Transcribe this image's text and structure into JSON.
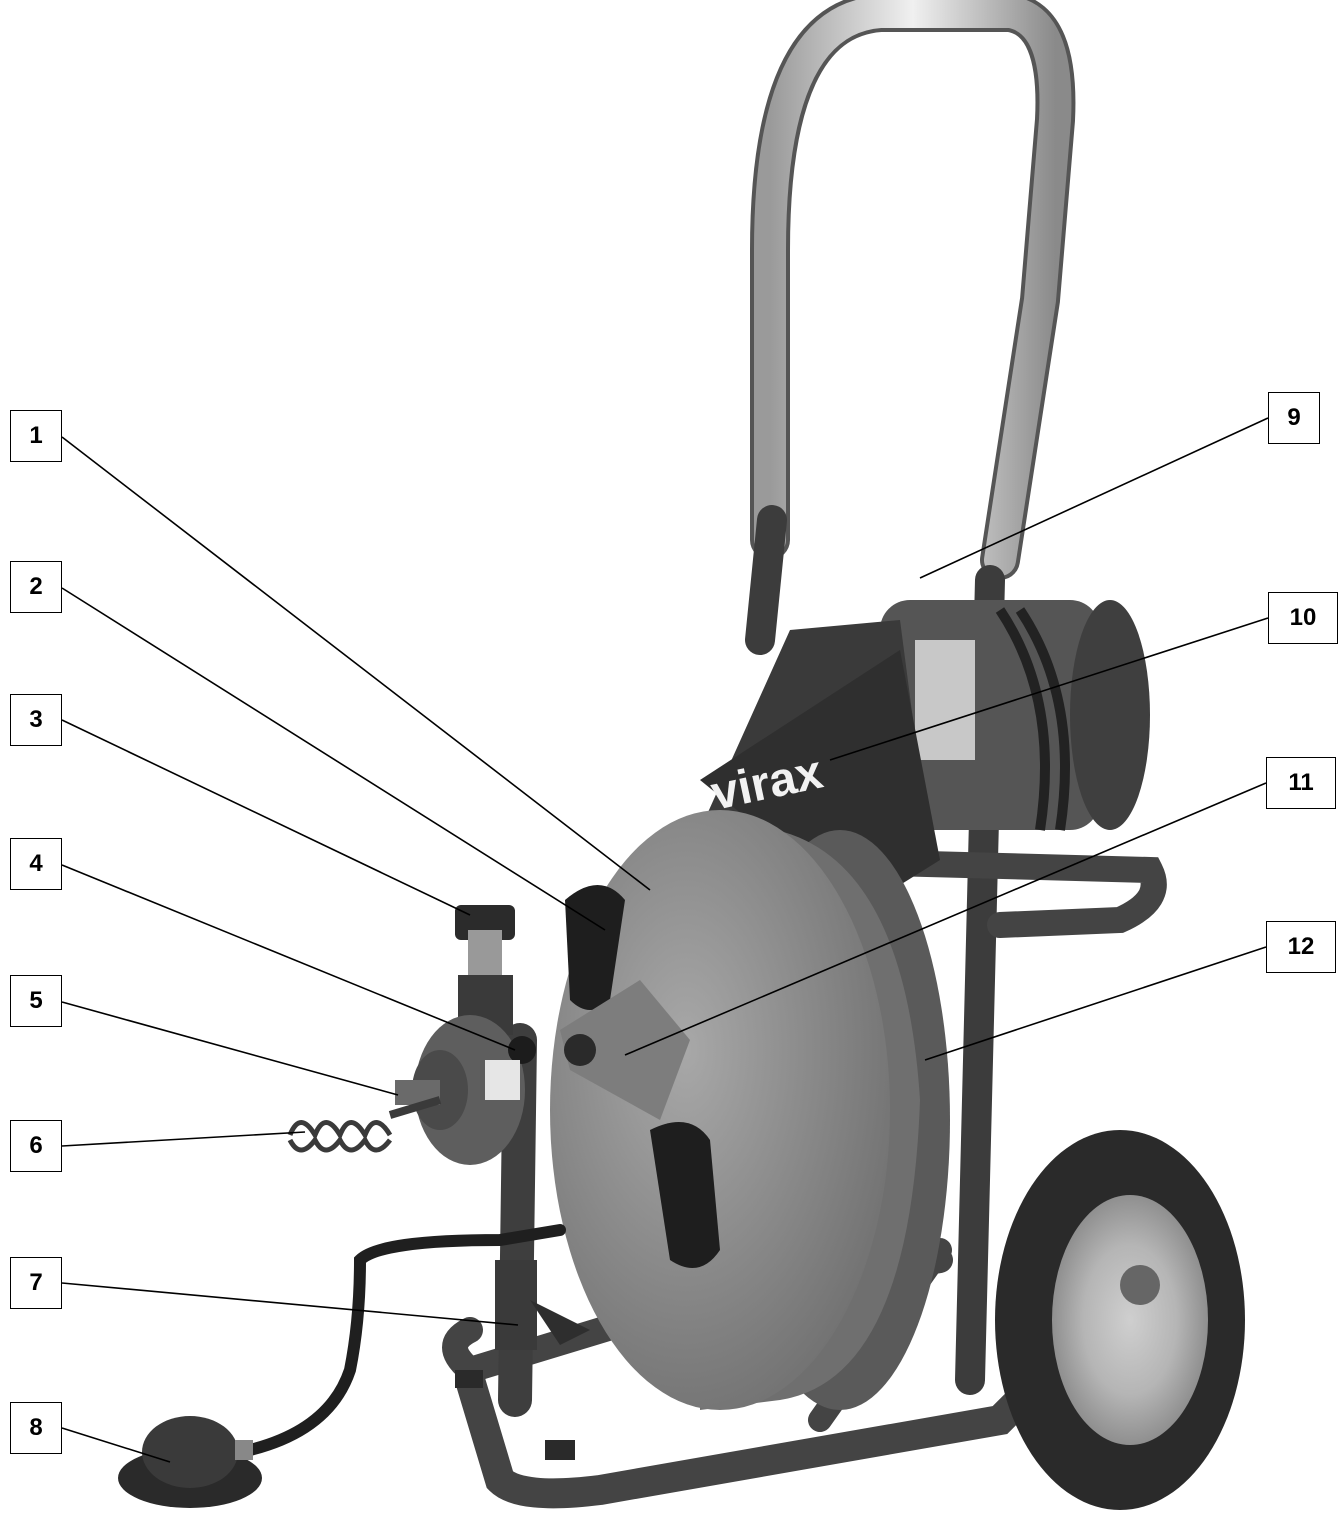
{
  "diagram": {
    "brand_logo_text": "virax",
    "callouts": [
      {
        "id": "1",
        "label": "1"
      },
      {
        "id": "2",
        "label": "2"
      },
      {
        "id": "3",
        "label": "3"
      },
      {
        "id": "4",
        "label": "4"
      },
      {
        "id": "5",
        "label": "5"
      },
      {
        "id": "6",
        "label": "6"
      },
      {
        "id": "7",
        "label": "7"
      },
      {
        "id": "8",
        "label": "8"
      },
      {
        "id": "9",
        "label": "9"
      },
      {
        "id": "10",
        "label": "10"
      },
      {
        "id": "11",
        "label": "11"
      },
      {
        "id": "12",
        "label": "12"
      }
    ],
    "colors": {
      "drum": "#8d8d8d",
      "frame": "#4a4a4a",
      "handle": "#d6d6d6",
      "dark": "#2b2b2b"
    }
  }
}
